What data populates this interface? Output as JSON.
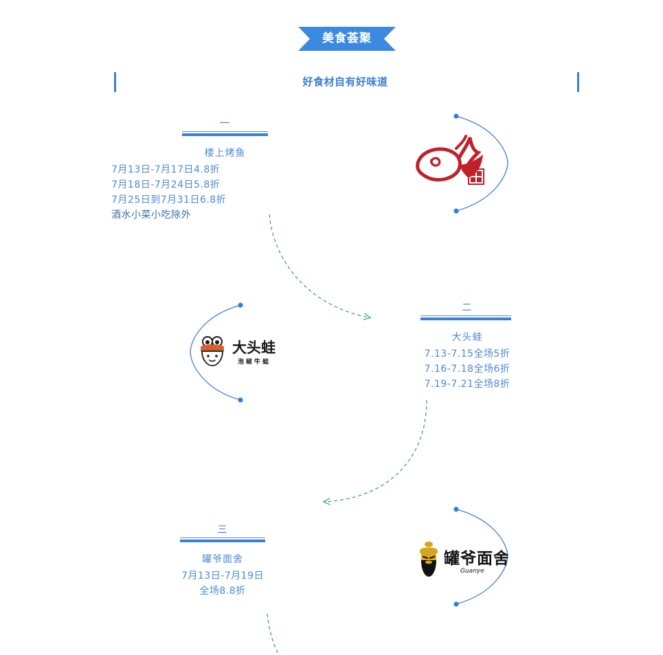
{
  "poster": {
    "banner_label": "美食荟聚",
    "subtitle": "好食材自有好味道",
    "banner_color": "#3b8ae0",
    "accent_color": "#3a7ed0",
    "text_blue": "#4a8ad8",
    "arrow_color": "#2e9c7e",
    "background": "#ffffff"
  },
  "sections": [
    {
      "numeral": "一",
      "title": "楼上烤鱼",
      "lines": [
        "7月13日-7月17日4.8折",
        "7月18日-7月24日5.8折",
        "7月25日到7月31日6.8折",
        "酒水小菜小吃除外"
      ],
      "logo": {
        "name": "loushang-kaoyu-logo",
        "mark_color": "#c0202a",
        "seal_color": "#c0202a"
      }
    },
    {
      "numeral": "二",
      "title": "大头蛙",
      "lines": [
        "7.13-7.15全场5折",
        "7.16-7.18全场6折",
        "7.19-7.21全场8折"
      ],
      "logo": {
        "name": "datouwa-logo",
        "brand_cn": "大头蛙",
        "brand_sub_cn": "泡椒牛蛙",
        "helmet_color": "#d4622a",
        "text_color": "#1b1b1b"
      }
    },
    {
      "numeral": "三",
      "title": "罐爷面舍",
      "lines": [
        "7月13日-7月19日",
        "全场8.8折"
      ],
      "logo": {
        "name": "guanye-mianshe-logo",
        "brand_cn": "罐爷面舍",
        "brand_latin": "Guanye",
        "face_color": "#d6a71e",
        "text_color": "#121212"
      }
    }
  ]
}
